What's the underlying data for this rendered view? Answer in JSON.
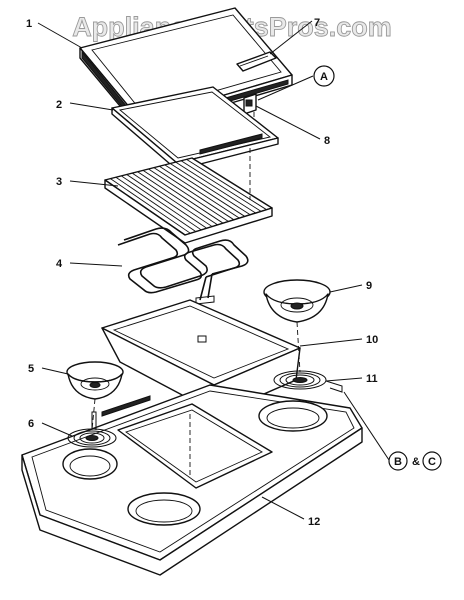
{
  "watermark": "AppliancePartsPros.com",
  "callouts": [
    "1",
    "2",
    "3",
    "4",
    "5",
    "6",
    "7",
    "8",
    "9",
    "10",
    "11",
    "12"
  ],
  "circle_refs": {
    "a": "A",
    "b": "B",
    "amp": "&",
    "c": "C"
  },
  "diagram_parts": [
    {
      "number": "1",
      "icon": "griddle-cover-icon"
    },
    {
      "number": "2",
      "icon": "gasket-frame-icon"
    },
    {
      "number": "3",
      "icon": "grill-grate-icon"
    },
    {
      "number": "4",
      "icon": "heating-element-icon"
    },
    {
      "number": "5",
      "icon": "drip-bowl-icon"
    },
    {
      "number": "6",
      "icon": "coil-surface-element-icon"
    },
    {
      "number": "7",
      "icon": "handle-icon"
    },
    {
      "number": "8",
      "icon": "bracket-icon"
    },
    {
      "number": "9",
      "icon": "drip-bowl-icon"
    },
    {
      "number": "10",
      "icon": "drip-pan-icon"
    },
    {
      "number": "11",
      "icon": "coil-surface-element-icon"
    },
    {
      "number": "12",
      "icon": "cooktop-icon"
    }
  ]
}
